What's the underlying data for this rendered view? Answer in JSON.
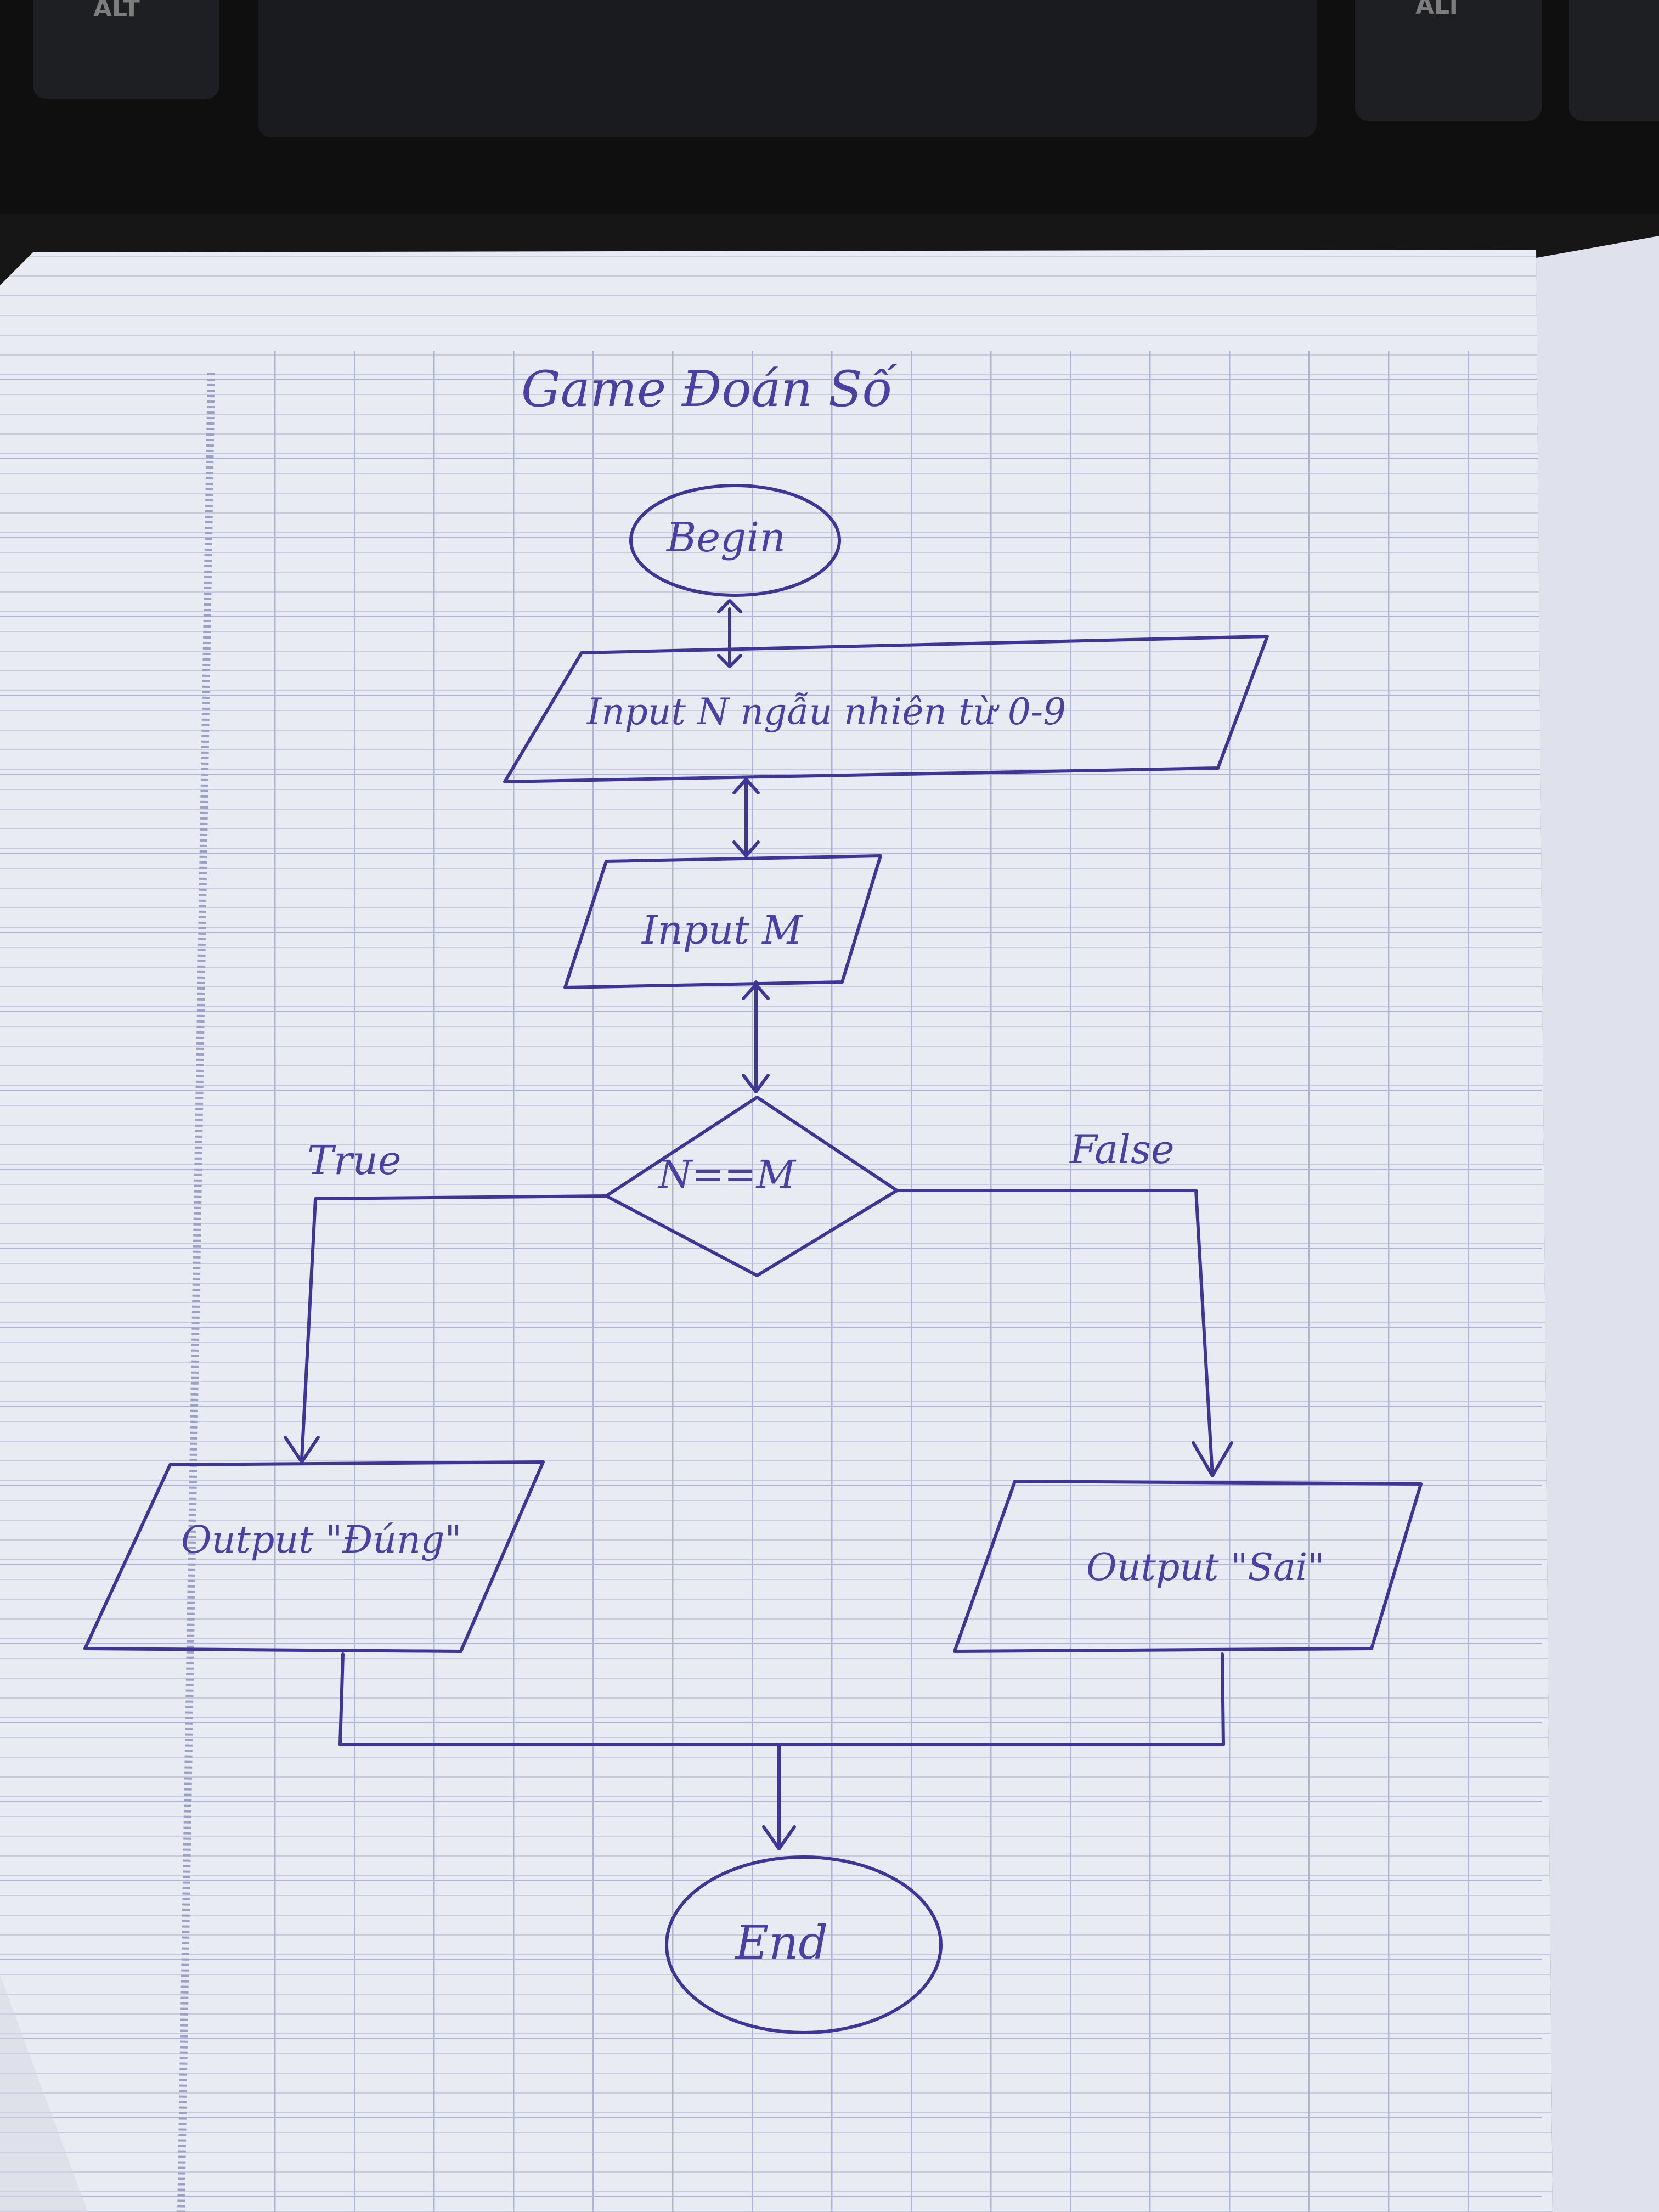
{
  "keyboard": {
    "left_key_label": "ALT",
    "right_key_label": "ALT"
  },
  "flowchart": {
    "title": "Game Đoán Số",
    "nodes": {
      "begin": "Begin",
      "input_n": "Input N ngẫu nhiên từ 0-9",
      "input_m": "Input M",
      "decision": "N==M",
      "output_true": "Output \"Đúng\"",
      "output_false": "Output \"Sai\"",
      "end": "End"
    },
    "branch_labels": {
      "true": "True",
      "false": "False"
    }
  },
  "colors": {
    "ink": "#3f3599",
    "paper": "#e9ebf3",
    "grid": "#b8bdd8",
    "keyboard": "#161616"
  }
}
